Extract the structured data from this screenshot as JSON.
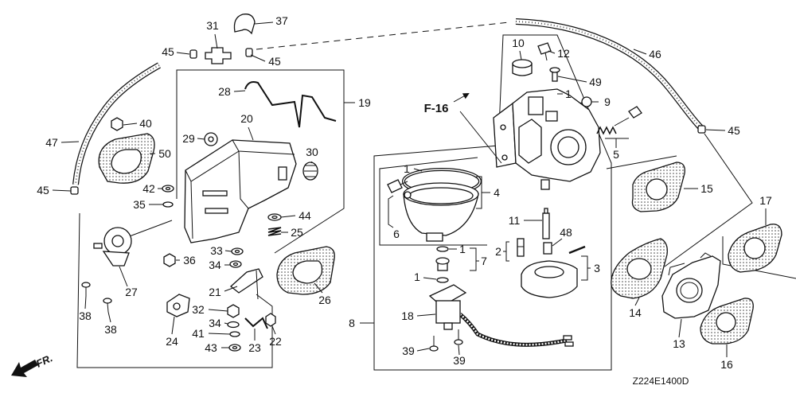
{
  "header": {
    "reference_label": "F-16",
    "front_label": "FR.",
    "drawing_code": "Z224E1400D"
  },
  "callouts": [
    "31",
    "37",
    "45",
    "45",
    "46",
    "10",
    "12",
    "49",
    "1",
    "9",
    "19",
    "28",
    "20",
    "29",
    "30",
    "40",
    "50",
    "47",
    "45",
    "42",
    "35",
    "44",
    "25",
    "36",
    "33",
    "34",
    "27",
    "21",
    "38",
    "38",
    "32",
    "34",
    "41",
    "43",
    "24",
    "23",
    "22",
    "26",
    "1",
    "4",
    "6",
    "1",
    "7",
    "5",
    "15",
    "45",
    "17",
    "11",
    "48",
    "2",
    "3",
    "1",
    "8",
    "18",
    "39",
    "39",
    "14",
    "13",
    "16"
  ]
}
